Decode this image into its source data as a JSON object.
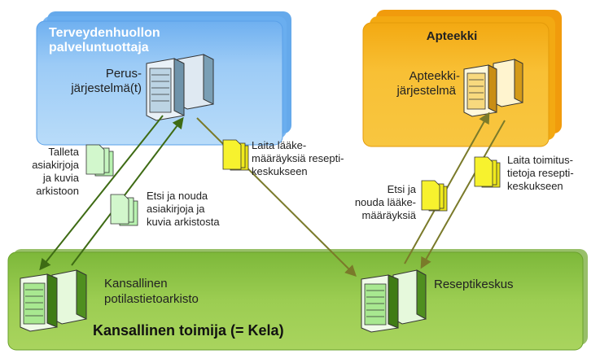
{
  "provider": {
    "title_lines": [
      "Terveydenhuollon",
      "palveluntuottaja"
    ],
    "system_lines": [
      "Perus-",
      "järjestelmä(t)"
    ]
  },
  "pharmacy": {
    "title": "Apteekki",
    "system_lines": [
      "Apteekki-",
      "järjestelmä"
    ]
  },
  "national": {
    "actor_label": "Kansallinen toimija (= Kela)",
    "archive_lines": [
      "Kansallinen",
      "potilastietoarkisto"
    ],
    "prescription_centre": "Reseptikeskus"
  },
  "flows": {
    "store_lines": [
      "Talleta",
      "asiakirjoja",
      "ja kuvia",
      "arkistoon"
    ],
    "retrieve_lines": [
      "Etsi ja nouda",
      "asiakirjoja ja",
      "kuvia arkistosta"
    ],
    "send_prescriptions_lines": [
      "Laita lääke-",
      "määräyksiä resepti-",
      "keskukseen"
    ],
    "search_prescriptions_lines": [
      "Etsi ja",
      "nouda lääke-",
      "määräyksiä"
    ],
    "send_delivery_lines": [
      "Laita toimitus-",
      "tietoja resepti-",
      "keskukseen"
    ]
  },
  "colors": {
    "provider_fill": "#8ec5f5",
    "pharmacy_fill": "#f5b21e",
    "national_fill": "#96c84a",
    "arrow_green": "#3e6b14",
    "arrow_olive": "#7a7a2a",
    "doc_green": "#b8f2b0",
    "doc_yellow": "#f2ec1a"
  }
}
